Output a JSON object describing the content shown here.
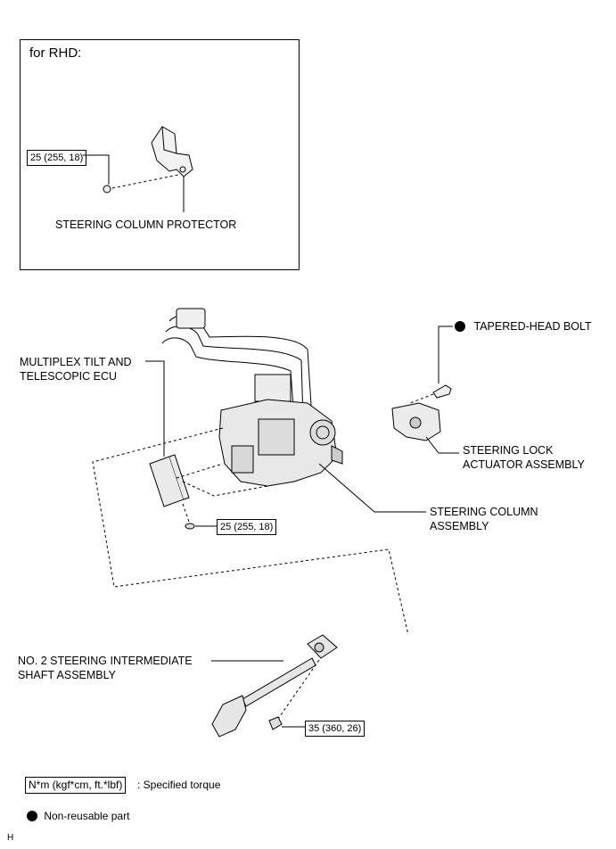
{
  "inset": {
    "title": "for RHD:",
    "torque_label": "25 (255, 18)",
    "part_label": "STEERING COLUMN PROTECTOR"
  },
  "labels": {
    "tapered_bolt": "TAPERED-HEAD BOLT",
    "ecu_line1": "MULTIPLEX TILT AND",
    "ecu_line2": "TELESCOPIC ECU",
    "lock_line1": "STEERING LOCK",
    "lock_line2": "ACTUATOR ASSEMBLY",
    "column_line1": "STEERING COLUMN",
    "column_line2": "ASSEMBLY",
    "shaft_line1": "NO. 2 STEERING INTERMEDIATE",
    "shaft_line2": "SHAFT ASSEMBLY"
  },
  "torques": {
    "ecu_nut": "25 (255, 18)",
    "shaft_bolt": "35 (360, 26)"
  },
  "legend": {
    "torque_box": "N*m (kgf*cm, ft.*lbf)",
    "torque_text": ": Specified torque",
    "nonreusable_text": "Non-reusable part"
  },
  "corner_mark": "H"
}
